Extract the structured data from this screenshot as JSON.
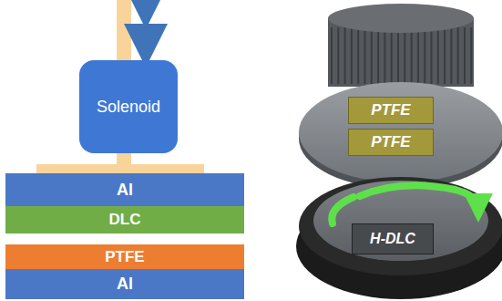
{
  "diagram": {
    "nodes": [
      {
        "text": [
          "Solenoid"
        ]
      },
      {
        "text": [
          "Al"
        ]
      },
      {
        "text": [
          "DLC"
        ]
      },
      {
        "text": [
          "PTFE"
        ]
      },
      {
        "text": [
          "Al"
        ]
      },
      {
        "text": [
          "PTFE"
        ]
      },
      {
        "text": [
          "PTFE"
        ]
      },
      {
        "text": [
          "H-DLC"
        ]
      }
    ]
  }
}
